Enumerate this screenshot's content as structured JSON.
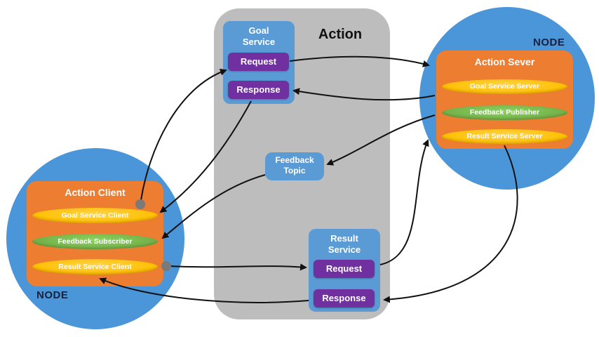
{
  "action_container": {
    "label": "Action"
  },
  "goal_service": {
    "title": "Goal Service",
    "request_label": "Request",
    "response_label": "Response"
  },
  "feedback_topic": {
    "title": "Feedback Topic"
  },
  "result_service": {
    "title": "Result Service",
    "request_label": "Request",
    "response_label": "Response"
  },
  "client_node": {
    "node_label": "NODE",
    "title": "Action Client",
    "items": [
      {
        "label": "Goal Service Client",
        "color": "#ffc000"
      },
      {
        "label": "Feedback Subscriber",
        "color": "#70ad47"
      },
      {
        "label": "Result Service Client",
        "color": "#ffc000"
      }
    ]
  },
  "server_node": {
    "node_label": "NODE",
    "title": "Action Sever",
    "items": [
      {
        "label": "Goal Service Server",
        "color": "#ffc000"
      },
      {
        "label": "Feedback Publisher",
        "color": "#70ad47"
      },
      {
        "label": "Result Service Server",
        "color": "#ffc000"
      }
    ]
  },
  "connections": [
    {
      "from": "Goal Service Client",
      "to": "Goal Service Request"
    },
    {
      "from": "Goal Service Request",
      "to": "Goal Service Server"
    },
    {
      "from": "Goal Service Server",
      "to": "Goal Service Response"
    },
    {
      "from": "Goal Service Response",
      "to": "Goal Service Client"
    },
    {
      "from": "Feedback Publisher",
      "to": "Feedback Topic"
    },
    {
      "from": "Feedback Topic",
      "to": "Feedback Subscriber"
    },
    {
      "from": "Result Service Client",
      "to": "Result Service Request"
    },
    {
      "from": "Result Service Request",
      "to": "Result Service Server"
    },
    {
      "from": "Result Service Server",
      "to": "Result Service Response"
    },
    {
      "from": "Result Service Response",
      "to": "Result Service Client"
    }
  ],
  "colors": {
    "node_circle": "#4a96d9",
    "action_region": "#bdbdbd",
    "client_server_box": "#ed7d31",
    "service_box": "#5b9bd5",
    "request_response_button": "#7030a0",
    "yellow_pill": "#ffc000",
    "green_pill": "#70ad47",
    "arrow": "#111111",
    "connector_dot": "#7a7a7a"
  }
}
